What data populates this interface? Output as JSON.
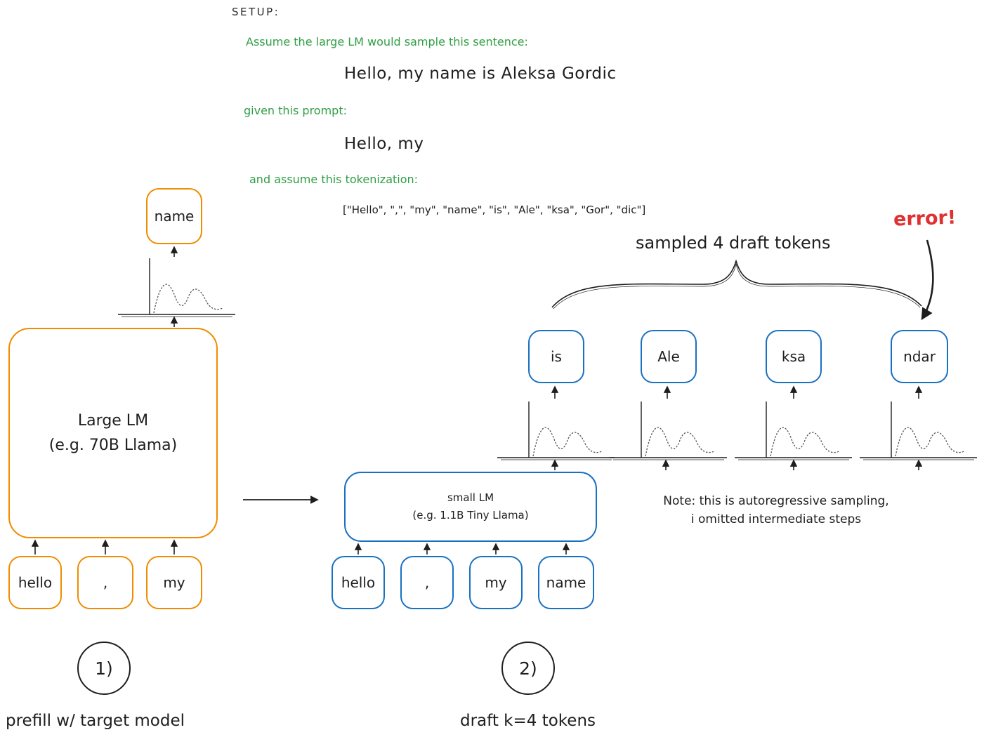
{
  "setup": {
    "title": "SETUP:",
    "assumption_line": "Assume the large LM would sample this sentence:",
    "target_sentence": "Hello, my name is Aleksa Gordic",
    "prompt_line": "given this prompt:",
    "prompt_text": "Hello, my",
    "tokenization_line": "and assume this tokenization:",
    "tokenization_array": "[\"Hello\", \",\", \"my\", \"name\", \"is\", \"Ale\", \"ksa\", \"Gor\", \"dic\"]"
  },
  "large_lm": {
    "label_line1": "Large LM",
    "label_line2": "(e.g. 70B Llama)",
    "output_token": "name",
    "input_tokens": [
      "hello",
      ",",
      "my"
    ],
    "step_number": "1)",
    "caption": "prefill w/ target model"
  },
  "small_lm": {
    "label_line1": "small LM",
    "label_line2": "(e.g. 1.1B Tiny Llama)",
    "input_tokens": [
      "hello",
      ",",
      "my",
      "name"
    ],
    "draft_tokens": [
      "is",
      "Ale",
      "ksa",
      "ndar"
    ],
    "step_number": "2)",
    "caption": "draft k=4 tokens"
  },
  "annotations": {
    "brace_label": "sampled 4 draft tokens",
    "error_label": "error!",
    "note_line1": "Note: this is autoregressive sampling,",
    "note_line2": "i omitted intermediate steps"
  },
  "colors": {
    "ink": "#1e1e1e",
    "orange": "#f08c00",
    "blue": "#1971c2",
    "green": "#2f9e44",
    "red": "#e03131"
  }
}
